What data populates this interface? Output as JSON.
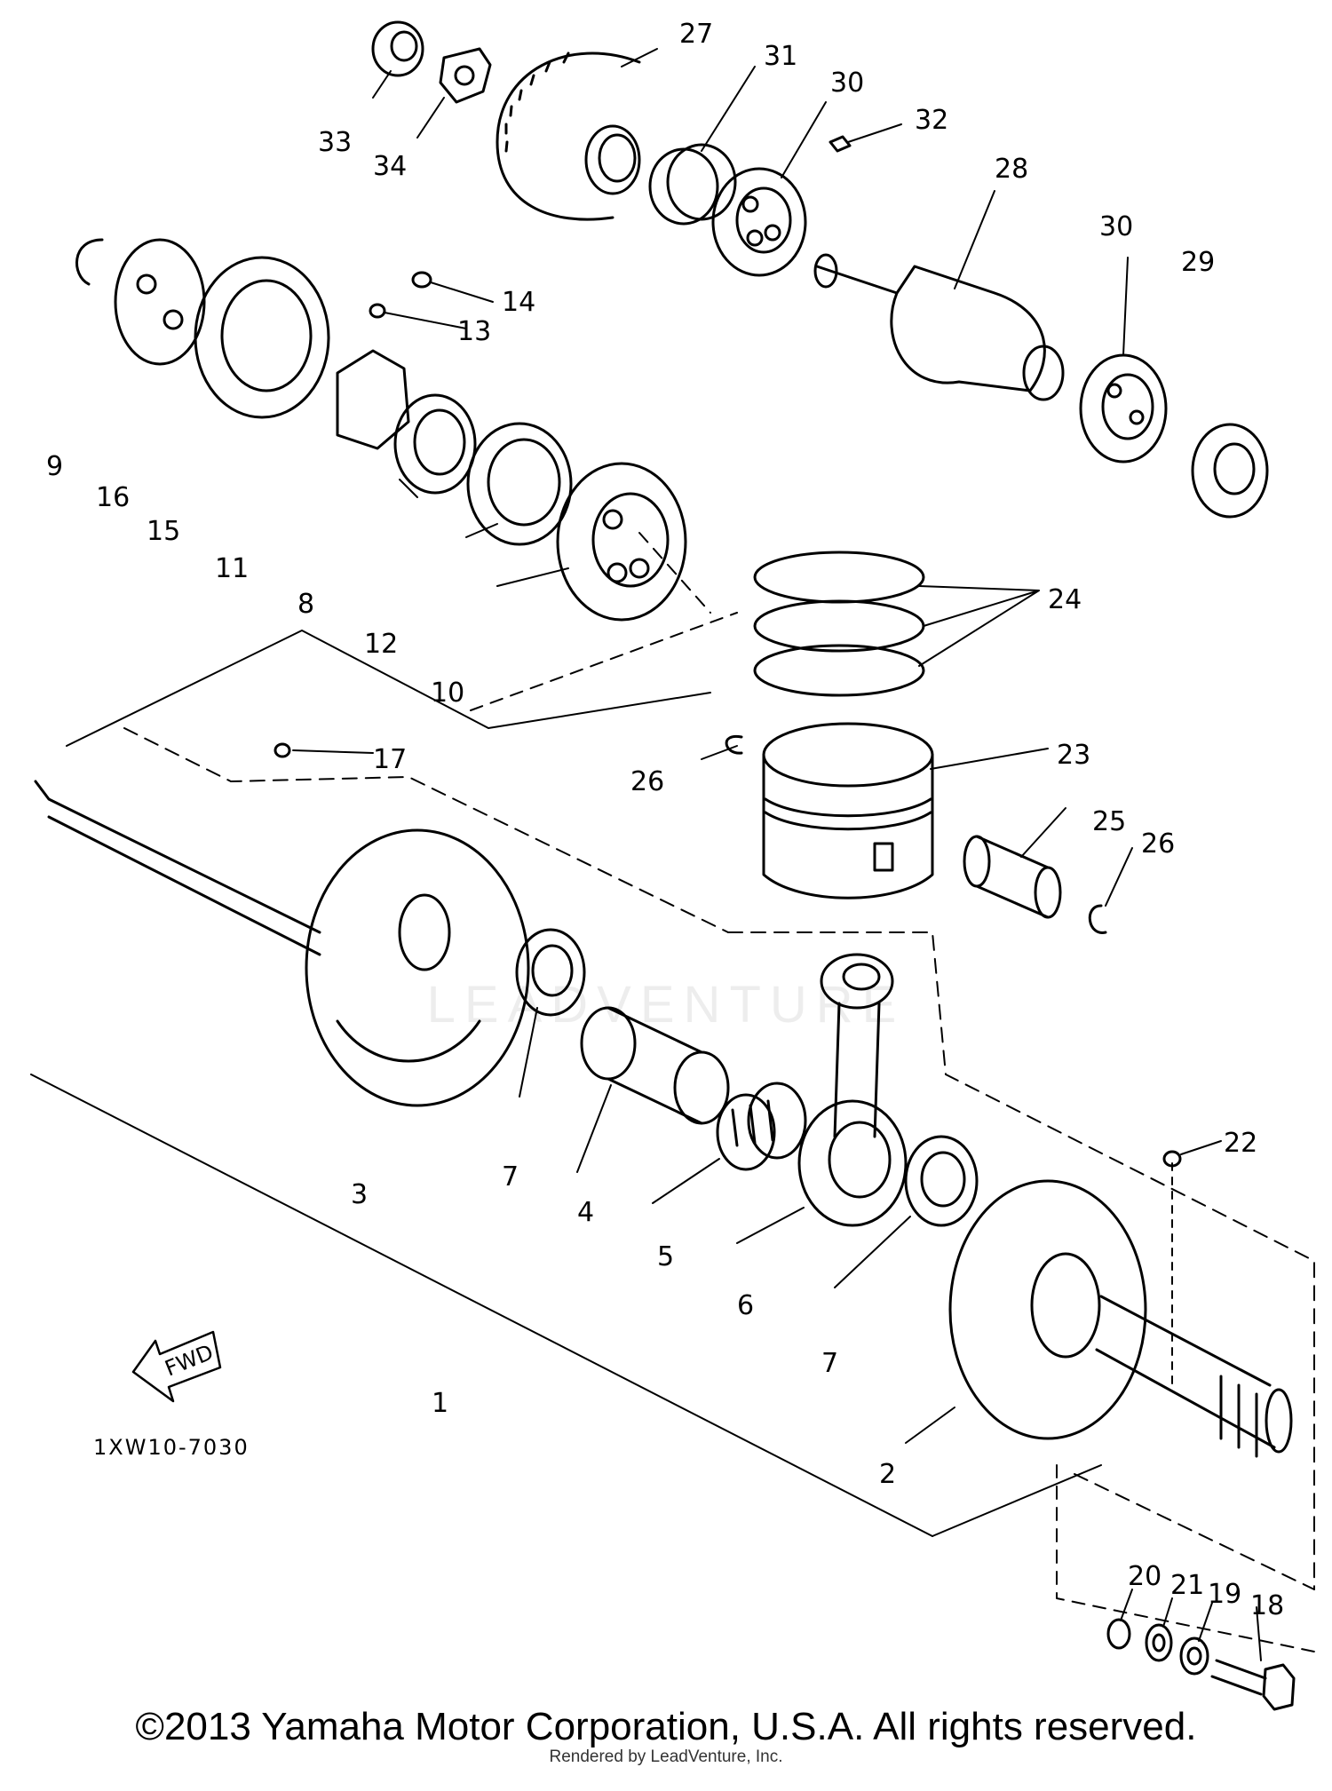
{
  "diagram": {
    "drawing_code": "1XW10-7030",
    "fwd_label": "FWD",
    "watermark": "LEADVENTURE",
    "callouts": [
      {
        "id": "c33",
        "text": "33"
      },
      {
        "id": "c34",
        "text": "34"
      },
      {
        "id": "c27",
        "text": "27"
      },
      {
        "id": "c31",
        "text": "31"
      },
      {
        "id": "c30a",
        "text": "30"
      },
      {
        "id": "c32",
        "text": "32"
      },
      {
        "id": "c28",
        "text": "28"
      },
      {
        "id": "c30b",
        "text": "30"
      },
      {
        "id": "c29",
        "text": "29"
      },
      {
        "id": "c14",
        "text": "14"
      },
      {
        "id": "c13",
        "text": "13"
      },
      {
        "id": "c9",
        "text": "9"
      },
      {
        "id": "c16",
        "text": "16"
      },
      {
        "id": "c15",
        "text": "15"
      },
      {
        "id": "c11",
        "text": "11"
      },
      {
        "id": "c8",
        "text": "8"
      },
      {
        "id": "c12",
        "text": "12"
      },
      {
        "id": "c10",
        "text": "10"
      },
      {
        "id": "c24",
        "text": "24"
      },
      {
        "id": "c17",
        "text": "17"
      },
      {
        "id": "c26a",
        "text": "26"
      },
      {
        "id": "c23",
        "text": "23"
      },
      {
        "id": "c25",
        "text": "25"
      },
      {
        "id": "c26b",
        "text": "26"
      },
      {
        "id": "c3",
        "text": "3"
      },
      {
        "id": "c7a",
        "text": "7"
      },
      {
        "id": "c4",
        "text": "4"
      },
      {
        "id": "c5",
        "text": "5"
      },
      {
        "id": "c6",
        "text": "6"
      },
      {
        "id": "c7b",
        "text": "7"
      },
      {
        "id": "c22",
        "text": "22"
      },
      {
        "id": "c1",
        "text": "1"
      },
      {
        "id": "c2",
        "text": "2"
      },
      {
        "id": "c20",
        "text": "20"
      },
      {
        "id": "c21",
        "text": "21"
      },
      {
        "id": "c19",
        "text": "19"
      },
      {
        "id": "c18",
        "text": "18"
      }
    ]
  },
  "footer": {
    "copyright": "©2013 Yamaha Motor Corporation, U.S.A. All rights reserved.",
    "rendered_by": "Rendered by LeadVenture, Inc."
  }
}
